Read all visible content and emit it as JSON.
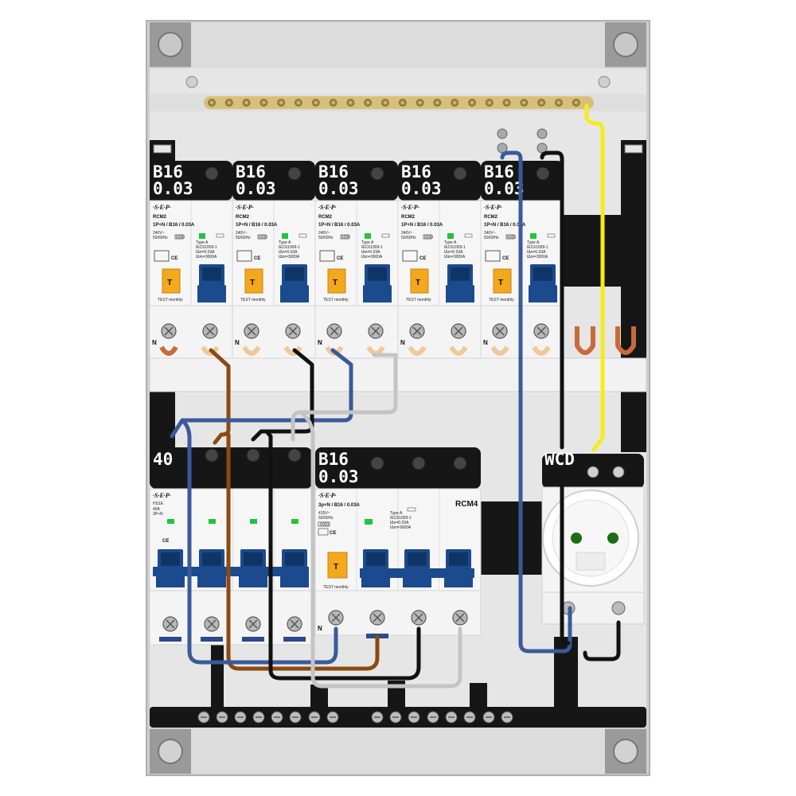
{
  "brand": "·S·E·P·",
  "colors": {
    "brown": "#8a4a10",
    "blue": "#3a5a9a",
    "black": "#111111",
    "grey": "#c4c4c4",
    "yellow": "#f4ec1c",
    "breaker_handle": "#1c4a8e",
    "test_button": "#f4a81c",
    "green_led": "#22c43a",
    "copper": "#c86a3a",
    "brass": "#d8c078"
  },
  "top_row": [
    {
      "rating": "B16",
      "sensitivity": "0.03",
      "model": "RCM2",
      "spec": "1P+N / B16 / 0.03A",
      "voltage": "240V~",
      "freq": "50/60Hz",
      "code": "6000",
      "type": "Type A",
      "std": "IEC61009-1",
      "idn": "IΔn=0.03A",
      "icn": "IΔm=3000A",
      "test": "TEST monthly",
      "neutral": "N",
      "test_key": "T"
    },
    {
      "rating": "B16",
      "sensitivity": "0.03",
      "model": "RCM2",
      "spec": "1P+N / B16 / 0.03A",
      "voltage": "240V~",
      "freq": "50/60Hz",
      "code": "6000",
      "type": "Type A",
      "std": "IEC61009-1",
      "idn": "IΔn=0.03A",
      "icn": "IΔm=3000A",
      "test": "TEST monthly",
      "neutral": "N",
      "test_key": "T"
    },
    {
      "rating": "B16",
      "sensitivity": "0.03",
      "model": "RCM2",
      "spec": "1P+N / B16 / 0.03A",
      "voltage": "240V~",
      "freq": "50/60Hz",
      "code": "6000",
      "type": "Type A",
      "std": "IEC61009-1",
      "idn": "IΔn=0.03A",
      "icn": "IΔm=3000A",
      "test": "TEST monthly",
      "neutral": "N",
      "test_key": "T"
    },
    {
      "rating": "B16",
      "sensitivity": "0.03",
      "model": "RCM2",
      "spec": "1P+N / B16 / 0.03A",
      "voltage": "240V~",
      "freq": "50/60Hz",
      "code": "6000",
      "type": "Type A",
      "std": "IEC61009-1",
      "idn": "IΔn=0.03A",
      "icn": "IΔm=3000A",
      "test": "TEST monthly",
      "neutral": "N",
      "test_key": "T"
    },
    {
      "rating": "B16",
      "sensitivity": "0.03",
      "model": "RCM2",
      "spec": "1P+N / B16 / 0.03A",
      "voltage": "240V~",
      "freq": "50/60Hz",
      "code": "6000",
      "type": "Type A",
      "std": "IEC61009-1",
      "idn": "IΔn=0.03A",
      "icn": "IΔm=3000A",
      "test": "TEST monthly",
      "neutral": "N",
      "test_key": "T"
    }
  ],
  "main_switch": {
    "rating": "40",
    "model": "HS1E",
    "current": "40A",
    "spec": "3P+N"
  },
  "rcbo_3p": {
    "rating": "B16",
    "sensitivity": "0.03",
    "model": "RCM4",
    "spec": "3p+N / B16 / 0.03A",
    "voltage": "415V~",
    "freq": "50/60Hz",
    "code": "6000",
    "type": "Type A",
    "std": "IEC61009-1",
    "idn": "IΔn=0.03A",
    "icn": "IΔm=3000A",
    "test": "TEST monthly",
    "neutral": "N",
    "test_key": "T"
  },
  "socket": {
    "label": "WCD"
  }
}
